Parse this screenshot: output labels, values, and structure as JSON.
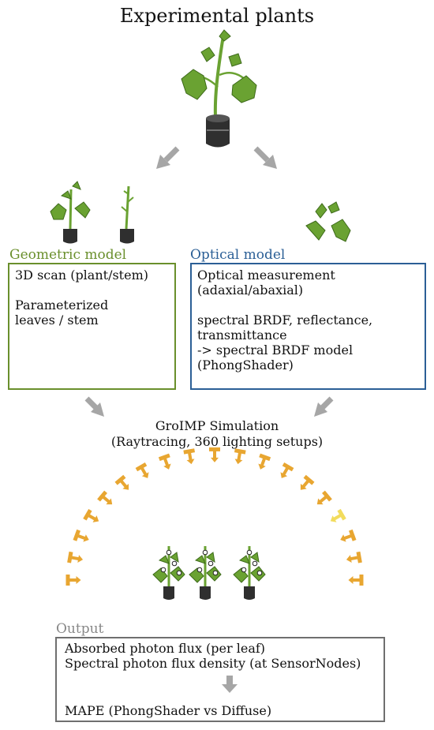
{
  "title": "Experimental plants",
  "geometric": {
    "label": "Geometric model",
    "lines": [
      "3D scan (plant/stem)",
      "",
      "Parameterized",
      "leaves / stem"
    ]
  },
  "optical": {
    "label": "Optical model",
    "lines": [
      "Optical measurement",
      "(adaxial/abaxial)",
      "",
      "spectral BRDF, reflectance,",
      "transmittance",
      "-> spectral BRDF model",
      "(PhongShader)"
    ]
  },
  "simulation": {
    "line1": "GroIMP Simulation",
    "line2": "(Raytracing, 360 lighting setups)"
  },
  "output": {
    "label": "Output",
    "line1": "Absorbed photon flux (per leaf)",
    "line2": "Spectral photon flux density (at SensorNodes)",
    "line3": "MAPE (PhongShader vs Diffuse)"
  },
  "colors": {
    "geometric": "#6a8f2c",
    "optical": "#2b5f96",
    "output": "#6f6f6f",
    "leaf": "#6aa232",
    "pot": "#2f2f2f",
    "light": "#e8a631",
    "light_highlight": "#f2dc5d",
    "arrow": "#a6a6a6"
  },
  "icons": [
    "plant-icon",
    "scanned-plant-icon",
    "stem-icon",
    "leaves-icon",
    "light-source-icon",
    "gray-arrow-icon"
  ]
}
